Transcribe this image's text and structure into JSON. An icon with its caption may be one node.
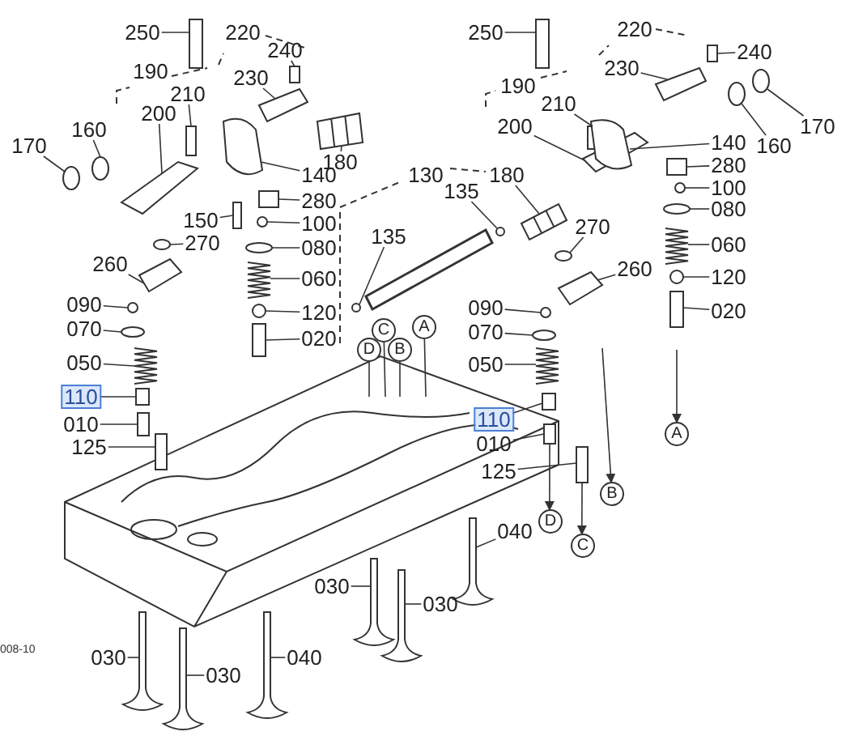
{
  "diagram": {
    "nodes": [
      {
        "text": [
          "250"
        ]
      },
      {
        "text": [
          "220"
        ]
      },
      {
        "text": [
          "240"
        ]
      },
      {
        "text": [
          "190"
        ]
      },
      {
        "text": [
          "230"
        ]
      },
      {
        "text": [
          "210"
        ]
      },
      {
        "text": [
          "200"
        ]
      },
      {
        "text": [
          "180"
        ]
      },
      {
        "text": [
          "170"
        ]
      },
      {
        "text": [
          "160"
        ]
      },
      {
        "text": [
          "140"
        ]
      },
      {
        "text": [
          "280"
        ]
      },
      {
        "text": [
          "150"
        ]
      },
      {
        "text": [
          "100"
        ]
      },
      {
        "text": [
          "080"
        ]
      },
      {
        "text": [
          "060"
        ]
      },
      {
        "text": [
          "120"
        ]
      },
      {
        "text": [
          "020"
        ]
      },
      {
        "text": [
          "130"
        ]
      },
      {
        "text": [
          "135"
        ]
      },
      {
        "text": [
          "270"
        ]
      },
      {
        "text": [
          "260"
        ]
      },
      {
        "text": [
          "090"
        ]
      },
      {
        "text": [
          "070"
        ]
      },
      {
        "text": [
          "050"
        ]
      },
      {
        "text": [
          "110"
        ]
      },
      {
        "text": [
          "010"
        ]
      },
      {
        "text": [
          "125"
        ]
      },
      {
        "text": [
          "250"
        ]
      },
      {
        "text": [
          "220"
        ]
      },
      {
        "text": [
          "240"
        ]
      },
      {
        "text": [
          "190"
        ]
      },
      {
        "text": [
          "230"
        ]
      },
      {
        "text": [
          "210"
        ]
      },
      {
        "text": [
          "200"
        ]
      },
      {
        "text": [
          "180"
        ]
      },
      {
        "text": [
          "135"
        ]
      },
      {
        "text": [
          "170"
        ]
      },
      {
        "text": [
          "160"
        ]
      },
      {
        "text": [
          "140"
        ]
      },
      {
        "text": [
          "280"
        ]
      },
      {
        "text": [
          "100"
        ]
      },
      {
        "text": [
          "080"
        ]
      },
      {
        "text": [
          "060"
        ]
      },
      {
        "text": [
          "120"
        ]
      },
      {
        "text": [
          "020"
        ]
      },
      {
        "text": [
          "270"
        ]
      },
      {
        "text": [
          "260"
        ]
      },
      {
        "text": [
          "090"
        ]
      },
      {
        "text": [
          "070"
        ]
      },
      {
        "text": [
          "050"
        ]
      },
      {
        "text": [
          "110"
        ]
      },
      {
        "text": [
          "010"
        ]
      },
      {
        "text": [
          "125"
        ]
      },
      {
        "text": [
          "040"
        ]
      },
      {
        "text": [
          "030"
        ]
      },
      {
        "text": [
          "030"
        ]
      },
      {
        "text": [
          "030"
        ]
      },
      {
        "text": [
          "030"
        ]
      },
      {
        "text": [
          "040"
        ]
      },
      {
        "text": [
          "D"
        ]
      },
      {
        "text": [
          "C"
        ]
      },
      {
        "text": [
          "B"
        ]
      },
      {
        "text": [
          "A"
        ]
      },
      {
        "text": [
          "A"
        ]
      },
      {
        "text": [
          "B"
        ]
      },
      {
        "text": [
          "D"
        ]
      },
      {
        "text": [
          "C"
        ]
      },
      {
        "text": [],
        "shape": "box"
      },
      {
        "text": [],
        "shape": "box"
      },
      {
        "text": [],
        "shape": "box"
      },
      {
        "text": [],
        "shape": "box"
      },
      {
        "text": [],
        "shape": "box"
      },
      {
        "text": [],
        "shape": "picture"
      },
      {
        "text": [],
        "shape": "circle"
      },
      {
        "text": [],
        "shape": "circle"
      },
      {
        "text": [],
        "shape": "box"
      },
      {
        "text": [],
        "shape": "box"
      },
      {
        "text": [],
        "shape": "box"
      },
      {
        "text": [],
        "shape": "circle"
      },
      {
        "text": [],
        "shape": "circle"
      },
      {
        "text": [],
        "shape": "picture"
      },
      {
        "text": [],
        "shape": "circle"
      },
      {
        "text": [],
        "shape": "box"
      },
      {
        "text": [],
        "shape": "circle"
      },
      {
        "text": [],
        "shape": "circle"
      },
      {
        "text": [],
        "shape": "box"
      },
      {
        "text": [],
        "shape": "circle"
      },
      {
        "text": [],
        "shape": "circle"
      },
      {
        "text": [],
        "shape": "picture"
      },
      {
        "text": [],
        "shape": "box"
      },
      {
        "text": [],
        "shape": "box"
      },
      {
        "text": [],
        "shape": "box"
      },
      {
        "text": [],
        "shape": "box"
      },
      {
        "text": [],
        "shape": "box"
      },
      {
        "text": [],
        "shape": "box"
      },
      {
        "text": [],
        "shape": "box"
      },
      {
        "text": [],
        "shape": "box"
      },
      {
        "text": [],
        "shape": "picture"
      },
      {
        "text": [],
        "shape": "circle"
      },
      {
        "text": [],
        "shape": "circle"
      },
      {
        "text": [],
        "shape": "circle"
      },
      {
        "text": [],
        "shape": "box"
      },
      {
        "text": [],
        "shape": "box"
      },
      {
        "text": [],
        "shape": "circle"
      },
      {
        "text": [],
        "shape": "circle"
      },
      {
        "text": [],
        "shape": "picture"
      },
      {
        "text": [],
        "shape": "circle"
      },
      {
        "text": [],
        "shape": "box"
      },
      {
        "text": [],
        "shape": "circle"
      },
      {
        "text": [],
        "shape": "box"
      },
      {
        "text": [],
        "shape": "circle"
      },
      {
        "text": [],
        "shape": "circle"
      },
      {
        "text": [],
        "shape": "picture"
      },
      {
        "text": [],
        "shape": "box"
      },
      {
        "text": [],
        "shape": "box"
      },
      {
        "text": [],
        "shape": "box"
      },
      {
        "text": [],
        "shape": "picture"
      },
      {
        "text": [],
        "shape": "picture"
      },
      {
        "text": [],
        "shape": "picture"
      },
      {
        "text": [],
        "shape": "picture"
      },
      {
        "text": [],
        "shape": "picture"
      },
      {
        "text": [],
        "shape": "picture"
      }
    ],
    "edges": [
      {
        "from": 0,
        "to": 68,
        "arrow": "none"
      },
      {
        "from": 2,
        "to": 69,
        "arrow": "none"
      },
      {
        "from": 4,
        "to": 70,
        "arrow": "none"
      },
      {
        "from": 5,
        "to": 71,
        "arrow": "none"
      },
      {
        "from": 6,
        "to": 72,
        "arrow": "none"
      },
      {
        "from": 7,
        "to": 73,
        "arrow": "none"
      },
      {
        "from": 8,
        "to": 74,
        "arrow": "none"
      },
      {
        "from": 9,
        "to": 75,
        "arrow": "none"
      },
      {
        "from": 10,
        "to": 76,
        "arrow": "none"
      },
      {
        "from": 11,
        "to": 77,
        "arrow": "none"
      },
      {
        "from": 12,
        "to": 78,
        "arrow": "none"
      },
      {
        "from": 13,
        "to": 79,
        "arrow": "none"
      },
      {
        "from": 14,
        "to": 80,
        "arrow": "none"
      },
      {
        "from": 15,
        "to": 81,
        "arrow": "none"
      },
      {
        "from": 16,
        "to": 82,
        "arrow": "none"
      },
      {
        "from": 17,
        "to": 83,
        "arrow": "none"
      },
      {
        "from": 19,
        "to": 84,
        "arrow": "none"
      },
      {
        "from": 20,
        "to": 85,
        "arrow": "none"
      },
      {
        "from": 21,
        "to": 86,
        "arrow": "none"
      },
      {
        "from": 22,
        "to": 87,
        "arrow": "none"
      },
      {
        "from": 23,
        "to": 88,
        "arrow": "none"
      },
      {
        "from": 24,
        "to": 89,
        "arrow": "none"
      },
      {
        "from": 25,
        "to": 90,
        "arrow": "none"
      },
      {
        "from": 26,
        "to": 91,
        "arrow": "none"
      },
      {
        "from": 27,
        "to": 92,
        "arrow": "none"
      },
      {
        "from": 28,
        "to": 93,
        "arrow": "none"
      },
      {
        "from": 30,
        "to": 94,
        "arrow": "none"
      },
      {
        "from": 32,
        "to": 95,
        "arrow": "none"
      },
      {
        "from": 33,
        "to": 96,
        "arrow": "none"
      },
      {
        "from": 34,
        "to": 97,
        "arrow": "none"
      },
      {
        "from": 35,
        "to": 98,
        "arrow": "none"
      },
      {
        "from": 36,
        "to": 99,
        "arrow": "none"
      },
      {
        "from": 37,
        "to": 100,
        "arrow": "none"
      },
      {
        "from": 38,
        "to": 101,
        "arrow": "none"
      },
      {
        "from": 39,
        "to": 102,
        "arrow": "none"
      },
      {
        "from": 40,
        "to": 103,
        "arrow": "none"
      },
      {
        "from": 41,
        "to": 104,
        "arrow": "none"
      },
      {
        "from": 42,
        "to": 105,
        "arrow": "none"
      },
      {
        "from": 43,
        "to": 106,
        "arrow": "none"
      },
      {
        "from": 44,
        "to": 107,
        "arrow": "none"
      },
      {
        "from": 45,
        "to": 108,
        "arrow": "none"
      },
      {
        "from": 46,
        "to": 109,
        "arrow": "none"
      },
      {
        "from": 47,
        "to": 110,
        "arrow": "none"
      },
      {
        "from": 48,
        "to": 111,
        "arrow": "none"
      },
      {
        "from": 49,
        "to": 112,
        "arrow": "none"
      },
      {
        "from": 50,
        "to": 113,
        "arrow": "none"
      },
      {
        "from": 51,
        "to": 114,
        "arrow": "none"
      },
      {
        "from": 52,
        "to": 115,
        "arrow": "none"
      },
      {
        "from": 53,
        "to": 116,
        "arrow": "none"
      },
      {
        "from": 54,
        "to": 117,
        "arrow": "none"
      },
      {
        "from": 55,
        "to": 118,
        "arrow": "none"
      },
      {
        "from": 56,
        "to": 119,
        "arrow": "none"
      },
      {
        "from": 57,
        "to": 120,
        "arrow": "none"
      },
      {
        "from": 58,
        "to": 121,
        "arrow": "none"
      },
      {
        "from": 59,
        "to": 122,
        "arrow": "none"
      },
      {
        "from": 60,
        "to": null,
        "arrow": "none"
      },
      {
        "from": 61,
        "to": null,
        "arrow": "none"
      },
      {
        "from": 62,
        "to": null,
        "arrow": "none"
      },
      {
        "from": 63,
        "to": null,
        "arrow": "none"
      },
      {
        "from": null,
        "to": 64,
        "arrow": "to"
      },
      {
        "from": null,
        "to": 65,
        "arrow": "to"
      },
      {
        "from": 115,
        "to": 66,
        "arrow": "to"
      },
      {
        "from": 116,
        "to": 67,
        "arrow": "to"
      }
    ],
    "labels": [
      "008-10"
    ]
  }
}
